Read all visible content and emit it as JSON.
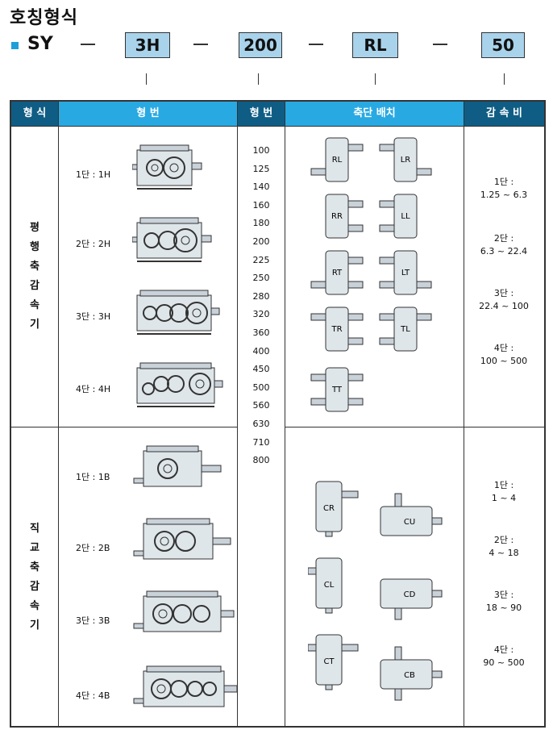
{
  "title": "호칭형식",
  "code": {
    "prefix": "SY",
    "parts": [
      "3H",
      "200",
      "RL",
      "50"
    ]
  },
  "table": {
    "headers": [
      "형 식",
      "형 번",
      "형 번",
      "축단 배치",
      "감 속 비"
    ],
    "sections": [
      {
        "type_label": [
          "평",
          "행",
          "축",
          "감",
          "속",
          "기"
        ],
        "models": [
          "1단 : 1H",
          "2단 : 2H",
          "3단 : 3H",
          "4단 : 4H"
        ],
        "arrangements": [
          "RL",
          "LR",
          "RR",
          "LL",
          "RT",
          "LT",
          "TR",
          "TL",
          "TT"
        ],
        "ratios": [
          {
            "stage": "1단 :",
            "range": "1.25 ~ 6.3"
          },
          {
            "stage": "2단 :",
            "range": "6.3 ~ 22.4"
          },
          {
            "stage": "3단 :",
            "range": "22.4 ~ 100"
          },
          {
            "stage": "4단 :",
            "range": "100 ~ 500"
          }
        ]
      },
      {
        "type_label": [
          "직",
          "교",
          "축",
          "감",
          "속",
          "기"
        ],
        "models": [
          "1단 : 1B",
          "2단 : 2B",
          "3단 : 3B",
          "4단 : 4B"
        ],
        "arrangements": [
          "CR",
          "CU",
          "CL",
          "CD",
          "CT",
          "CB"
        ],
        "ratios": [
          {
            "stage": "1단 :",
            "range": "1 ~ 4"
          },
          {
            "stage": "2단 :",
            "range": "4 ~ 18"
          },
          {
            "stage": "3단 :",
            "range": "18 ~ 90"
          },
          {
            "stage": "4단 :",
            "range": "90 ~ 500"
          }
        ]
      }
    ],
    "sizes": [
      "100",
      "125",
      "140",
      "160",
      "180",
      "200",
      "225",
      "250",
      "280",
      "320",
      "360",
      "400",
      "450",
      "500",
      "560",
      "630",
      "710",
      "800"
    ]
  },
  "colors": {
    "accent": "#29a9e1",
    "header_dark": "#0f5c85",
    "code_box": "#a9d3ea",
    "gear_fill": "#dfe6ea"
  }
}
